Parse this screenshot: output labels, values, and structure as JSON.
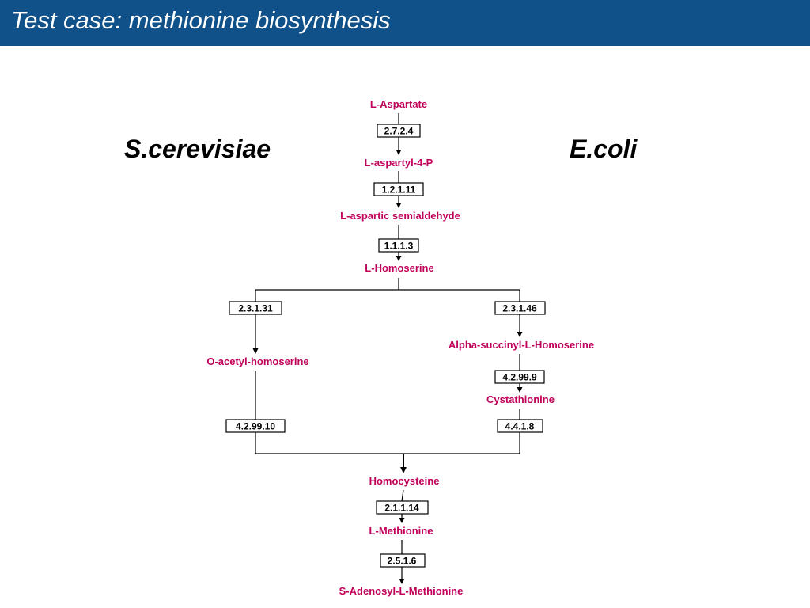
{
  "slide": {
    "title": "Test case: methionine biosynthesis",
    "organism_left": "S.cerevisiae",
    "organism_right": "E.coli"
  },
  "colors": {
    "title_bar": "#0f5188",
    "metabolite": "#c0005a",
    "enzyme": "#000000"
  },
  "pathway": {
    "metabolites": {
      "l_aspartate": "L-Aspartate",
      "l_aspartyl_4_p": "L-aspartyl-4-P",
      "l_aspartic_semialdehyde": "L-aspartic semialdehyde",
      "l_homoserine": "L-Homoserine",
      "o_acetyl_homoserine": "O-acetyl-homoserine",
      "alpha_succinyl_l_homoserine": "Alpha-succinyl-L-Homoserine",
      "cystathionine": "Cystathionine",
      "homocysteine": "Homocysteine",
      "l_methionine": "L-Methionine",
      "s_adenosyl_l_methionine": "S-Adenosyl-L-Methionine"
    },
    "enzymes": {
      "ec_2_7_2_4": "2.7.2.4",
      "ec_1_2_1_11": "1.2.1.11",
      "ec_1_1_1_3": "1.1.1.3",
      "ec_2_3_1_31": "2.3.1.31",
      "ec_2_3_1_46": "2.3.1.46",
      "ec_4_2_99_9": "4.2.99.9",
      "ec_4_2_99_10": "4.2.99.10",
      "ec_4_4_1_8": "4.4.1.8",
      "ec_2_1_1_14": "2.1.1.14",
      "ec_2_5_1_6": "2.5.1.6"
    }
  }
}
